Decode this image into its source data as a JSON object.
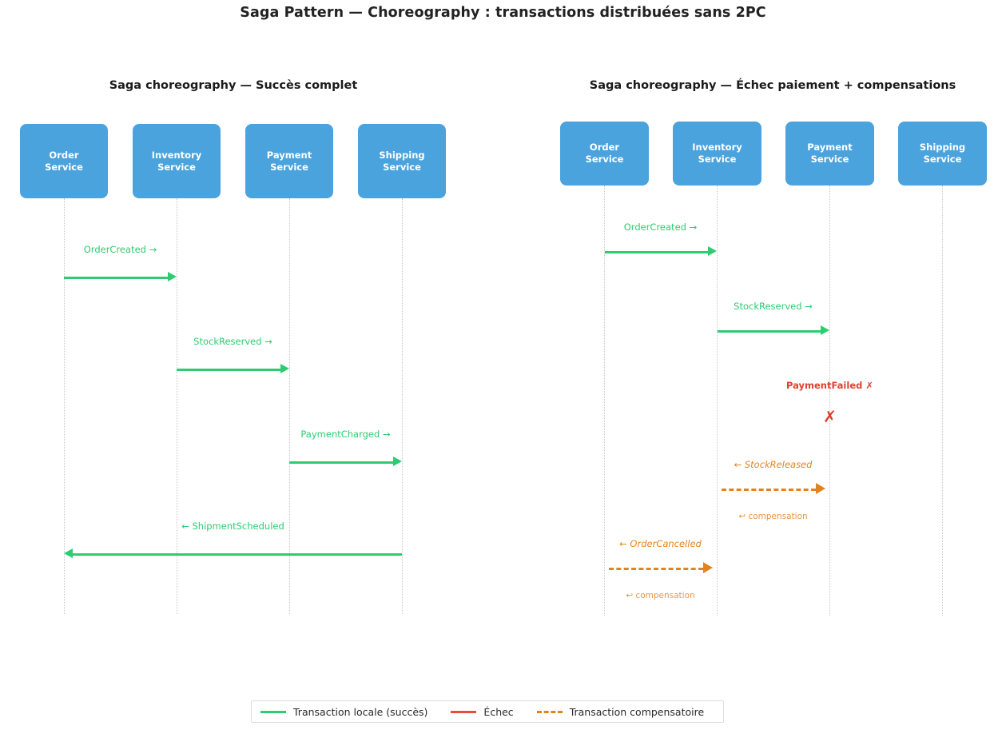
{
  "figure": {
    "title": "Saga Pattern — Choreography : transactions distribuées sans 2PC",
    "background": "#ffffff"
  },
  "colors": {
    "actor_box": "#4ba3dd",
    "actor_text": "#ffffff",
    "success": "#2ecc71",
    "failure": "#e74c3c",
    "compensation": "#e3831f",
    "lifeline": "#c7c7c7",
    "title_text": "#222222"
  },
  "panels": [
    {
      "id": "success",
      "title": "Saga choreography — Succès complet",
      "participants": [
        {
          "name": "Order Service",
          "line1": "Order",
          "line2": "Service"
        },
        {
          "name": "Inventory Service",
          "line1": "Inventory",
          "line2": "Service"
        },
        {
          "name": "Payment Service",
          "line1": "Payment",
          "line2": "Service"
        },
        {
          "name": "Shipping Service",
          "line1": "Shipping",
          "line2": "Service"
        }
      ],
      "messages": [
        {
          "label": "OrderCreated →",
          "from": "Order Service",
          "to": "Inventory Service",
          "kind": "success",
          "direction": "right"
        },
        {
          "label": "StockReserved →",
          "from": "Inventory Service",
          "to": "Payment Service",
          "kind": "success",
          "direction": "right"
        },
        {
          "label": "PaymentCharged →",
          "from": "Payment Service",
          "to": "Shipping Service",
          "kind": "success",
          "direction": "right"
        },
        {
          "label": "← ShipmentScheduled",
          "from": "Shipping Service",
          "to": "Order Service",
          "kind": "success",
          "direction": "left"
        }
      ]
    },
    {
      "id": "failure",
      "title": "Saga choreography — Échec paiement + compensations",
      "participants": [
        {
          "name": "Order Service",
          "line1": "Order",
          "line2": "Service"
        },
        {
          "name": "Inventory Service",
          "line1": "Inventory",
          "line2": "Service"
        },
        {
          "name": "Payment Service",
          "line1": "Payment",
          "line2": "Service"
        },
        {
          "name": "Shipping Service",
          "line1": "Shipping",
          "line2": "Service"
        }
      ],
      "messages": [
        {
          "label": "OrderCreated →",
          "from": "Order Service",
          "to": "Inventory Service",
          "kind": "success",
          "direction": "right"
        },
        {
          "label": "StockReserved →",
          "from": "Inventory Service",
          "to": "Payment Service",
          "kind": "success",
          "direction": "right"
        },
        {
          "label": "← StockReleased",
          "sublabel": "↩ compensation",
          "from": "Payment Service",
          "to": "Inventory Service",
          "kind": "compensation",
          "direction": "right"
        },
        {
          "label": "← OrderCancelled",
          "sublabel": "↩ compensation",
          "from": "Inventory Service",
          "to": "Order Service",
          "kind": "compensation",
          "direction": "right"
        }
      ],
      "failure": {
        "label": "PaymentFailed ✗",
        "marker": "✗",
        "at": "Payment Service"
      }
    }
  ],
  "legend": {
    "items": [
      {
        "label": "Transaction locale (succès)",
        "style": "solid-green"
      },
      {
        "label": "Échec",
        "style": "solid-red"
      },
      {
        "label": "Transaction compensatoire",
        "style": "dashed-orange"
      }
    ]
  }
}
